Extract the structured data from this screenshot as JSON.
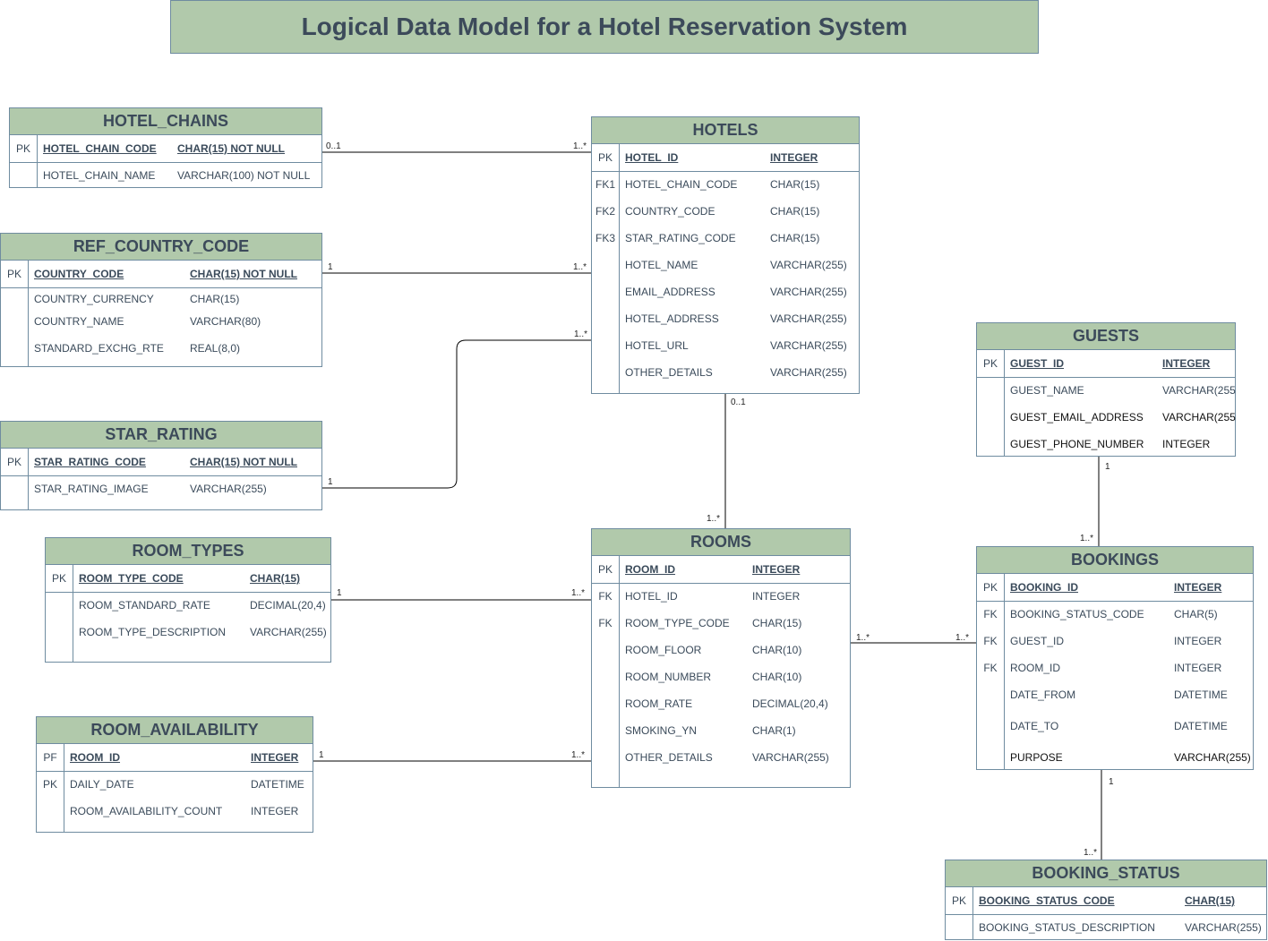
{
  "title": "Logical Data Model for a Hotel Reservation System",
  "entities": {
    "hotel_chains": {
      "name": "HOTEL_CHAINS",
      "rows": [
        {
          "key": "PK",
          "name": "HOTEL_CHAIN_CODE",
          "type": "CHAR(15) NOT NULL"
        },
        {
          "key": "",
          "name": "HOTEL_CHAIN_NAME",
          "type": "VARCHAR(100) NOT NULL"
        }
      ]
    },
    "ref_country_code": {
      "name": "REF_COUNTRY_CODE",
      "rows": [
        {
          "key": "PK",
          "name": "COUNTRY_CODE",
          "type": "CHAR(15) NOT NULL"
        },
        {
          "key": "",
          "name": "COUNTRY_CURRENCY",
          "type": "CHAR(15)"
        },
        {
          "key": "",
          "name": "COUNTRY_NAME",
          "type": "VARCHAR(80)"
        },
        {
          "key": "",
          "name": "STANDARD_EXCHG_RTE",
          "type": "REAL(8,0)"
        }
      ]
    },
    "star_rating": {
      "name": "STAR_RATING",
      "rows": [
        {
          "key": "PK",
          "name": "STAR_RATING_CODE",
          "type": "CHAR(15) NOT NULL"
        },
        {
          "key": "",
          "name": "STAR_RATING_IMAGE",
          "type": "VARCHAR(255)"
        }
      ]
    },
    "room_types": {
      "name": "ROOM_TYPES",
      "rows": [
        {
          "key": "PK",
          "name": "ROOM_TYPE_CODE",
          "type": "CHAR(15)"
        },
        {
          "key": "",
          "name": "ROOM_STANDARD_RATE",
          "type": "DECIMAL(20,4)"
        },
        {
          "key": "",
          "name": "ROOM_TYPE_DESCRIPTION",
          "type": "VARCHAR(255)"
        }
      ]
    },
    "room_availability": {
      "name": "ROOM_AVAILABILITY",
      "rows": [
        {
          "key": "PF",
          "name": "ROOM_ID",
          "type": "INTEGER"
        },
        {
          "key": "PK",
          "name": "DAILY_DATE",
          "type": "DATETIME"
        },
        {
          "key": "",
          "name": "ROOM_AVAILABILITY_COUNT",
          "type": "INTEGER"
        }
      ]
    },
    "hotels": {
      "name": "HOTELS",
      "rows": [
        {
          "key": "PK",
          "name": "HOTEL_ID",
          "type": "INTEGER"
        },
        {
          "key": "FK1",
          "name": "HOTEL_CHAIN_CODE",
          "type": "CHAR(15)"
        },
        {
          "key": "FK2",
          "name": "COUNTRY_CODE",
          "type": "CHAR(15)"
        },
        {
          "key": "FK3",
          "name": "STAR_RATING_CODE",
          "type": "CHAR(15)"
        },
        {
          "key": "",
          "name": "HOTEL_NAME",
          "type": "VARCHAR(255)"
        },
        {
          "key": "",
          "name": "EMAIL_ADDRESS",
          "type": "VARCHAR(255)"
        },
        {
          "key": "",
          "name": "HOTEL_ADDRESS",
          "type": "VARCHAR(255)"
        },
        {
          "key": "",
          "name": "HOTEL_URL",
          "type": "VARCHAR(255)"
        },
        {
          "key": "",
          "name": "OTHER_DETAILS",
          "type": "VARCHAR(255)"
        }
      ]
    },
    "rooms": {
      "name": "ROOMS",
      "rows": [
        {
          "key": "PK",
          "name": "ROOM_ID",
          "type": "INTEGER"
        },
        {
          "key": "FK",
          "name": "HOTEL_ID",
          "type": "INTEGER"
        },
        {
          "key": "FK",
          "name": "ROOM_TYPE_CODE",
          "type": "CHAR(15)"
        },
        {
          "key": "",
          "name": "ROOM_FLOOR",
          "type": "CHAR(10)"
        },
        {
          "key": "",
          "name": "ROOM_NUMBER",
          "type": "CHAR(10)"
        },
        {
          "key": "",
          "name": "ROOM_RATE",
          "type": "DECIMAL(20,4)"
        },
        {
          "key": "",
          "name": "SMOKING_YN",
          "type": "CHAR(1)"
        },
        {
          "key": "",
          "name": "OTHER_DETAILS",
          "type": "VARCHAR(255)"
        }
      ]
    },
    "guests": {
      "name": "GUESTS",
      "rows": [
        {
          "key": "PK",
          "name": "GUEST_ID",
          "type": "INTEGER"
        },
        {
          "key": "",
          "name": "GUEST_NAME",
          "type": "VARCHAR(255"
        },
        {
          "key": "",
          "name": "GUEST_EMAIL_ADDRESS",
          "type": "VARCHAR(255"
        },
        {
          "key": "",
          "name": "GUEST_PHONE_NUMBER",
          "type": "INTEGER"
        }
      ]
    },
    "bookings": {
      "name": "BOOKINGS",
      "rows": [
        {
          "key": "PK",
          "name": "BOOKING_ID",
          "type": "INTEGER"
        },
        {
          "key": "FK",
          "name": "BOOKING_STATUS_CODE",
          "type": "CHAR(5)"
        },
        {
          "key": "FK",
          "name": "GUEST_ID",
          "type": "INTEGER"
        },
        {
          "key": "FK",
          "name": "ROOM_ID",
          "type": "INTEGER"
        },
        {
          "key": "",
          "name": "DATE_FROM",
          "type": "DATETIME"
        },
        {
          "key": "",
          "name": "DATE_TO",
          "type": "DATETIME"
        },
        {
          "key": "",
          "name": "PURPOSE",
          "type": "VARCHAR(255)"
        }
      ]
    },
    "booking_status": {
      "name": "BOOKING_STATUS",
      "rows": [
        {
          "key": "PK",
          "name": "BOOKING_STATUS_CODE",
          "type": "CHAR(15)"
        },
        {
          "key": "",
          "name": "BOOKING_STATUS_DESCRIPTION",
          "type": "VARCHAR(255)"
        }
      ]
    }
  },
  "relationships": [
    {
      "from": "hotel_chains",
      "to": "hotels",
      "from_card": "0..1",
      "to_card": "1..*"
    },
    {
      "from": "ref_country_code",
      "to": "hotels",
      "from_card": "1",
      "to_card": "1..*"
    },
    {
      "from": "star_rating",
      "to": "hotels",
      "from_card": "1",
      "to_card": "1..*"
    },
    {
      "from": "hotels",
      "to": "rooms",
      "from_card": "0..1",
      "to_card": "1..*"
    },
    {
      "from": "room_types",
      "to": "rooms",
      "from_card": "1",
      "to_card": "1..*"
    },
    {
      "from": "room_availability",
      "to": "rooms",
      "from_card": "1",
      "to_card": "1..*"
    },
    {
      "from": "rooms",
      "to": "bookings",
      "from_card": "1..*",
      "to_card": "1..*"
    },
    {
      "from": "guests",
      "to": "bookings",
      "from_card": "1",
      "to_card": "1..*"
    },
    {
      "from": "bookings",
      "to": "booking_status",
      "from_card": "1",
      "to_card": "1..*"
    }
  ],
  "colors": {
    "header_fill": "#b1c9ab",
    "border": "#6f8ca0",
    "text": "#3a4a5a",
    "edge": "#000000"
  }
}
